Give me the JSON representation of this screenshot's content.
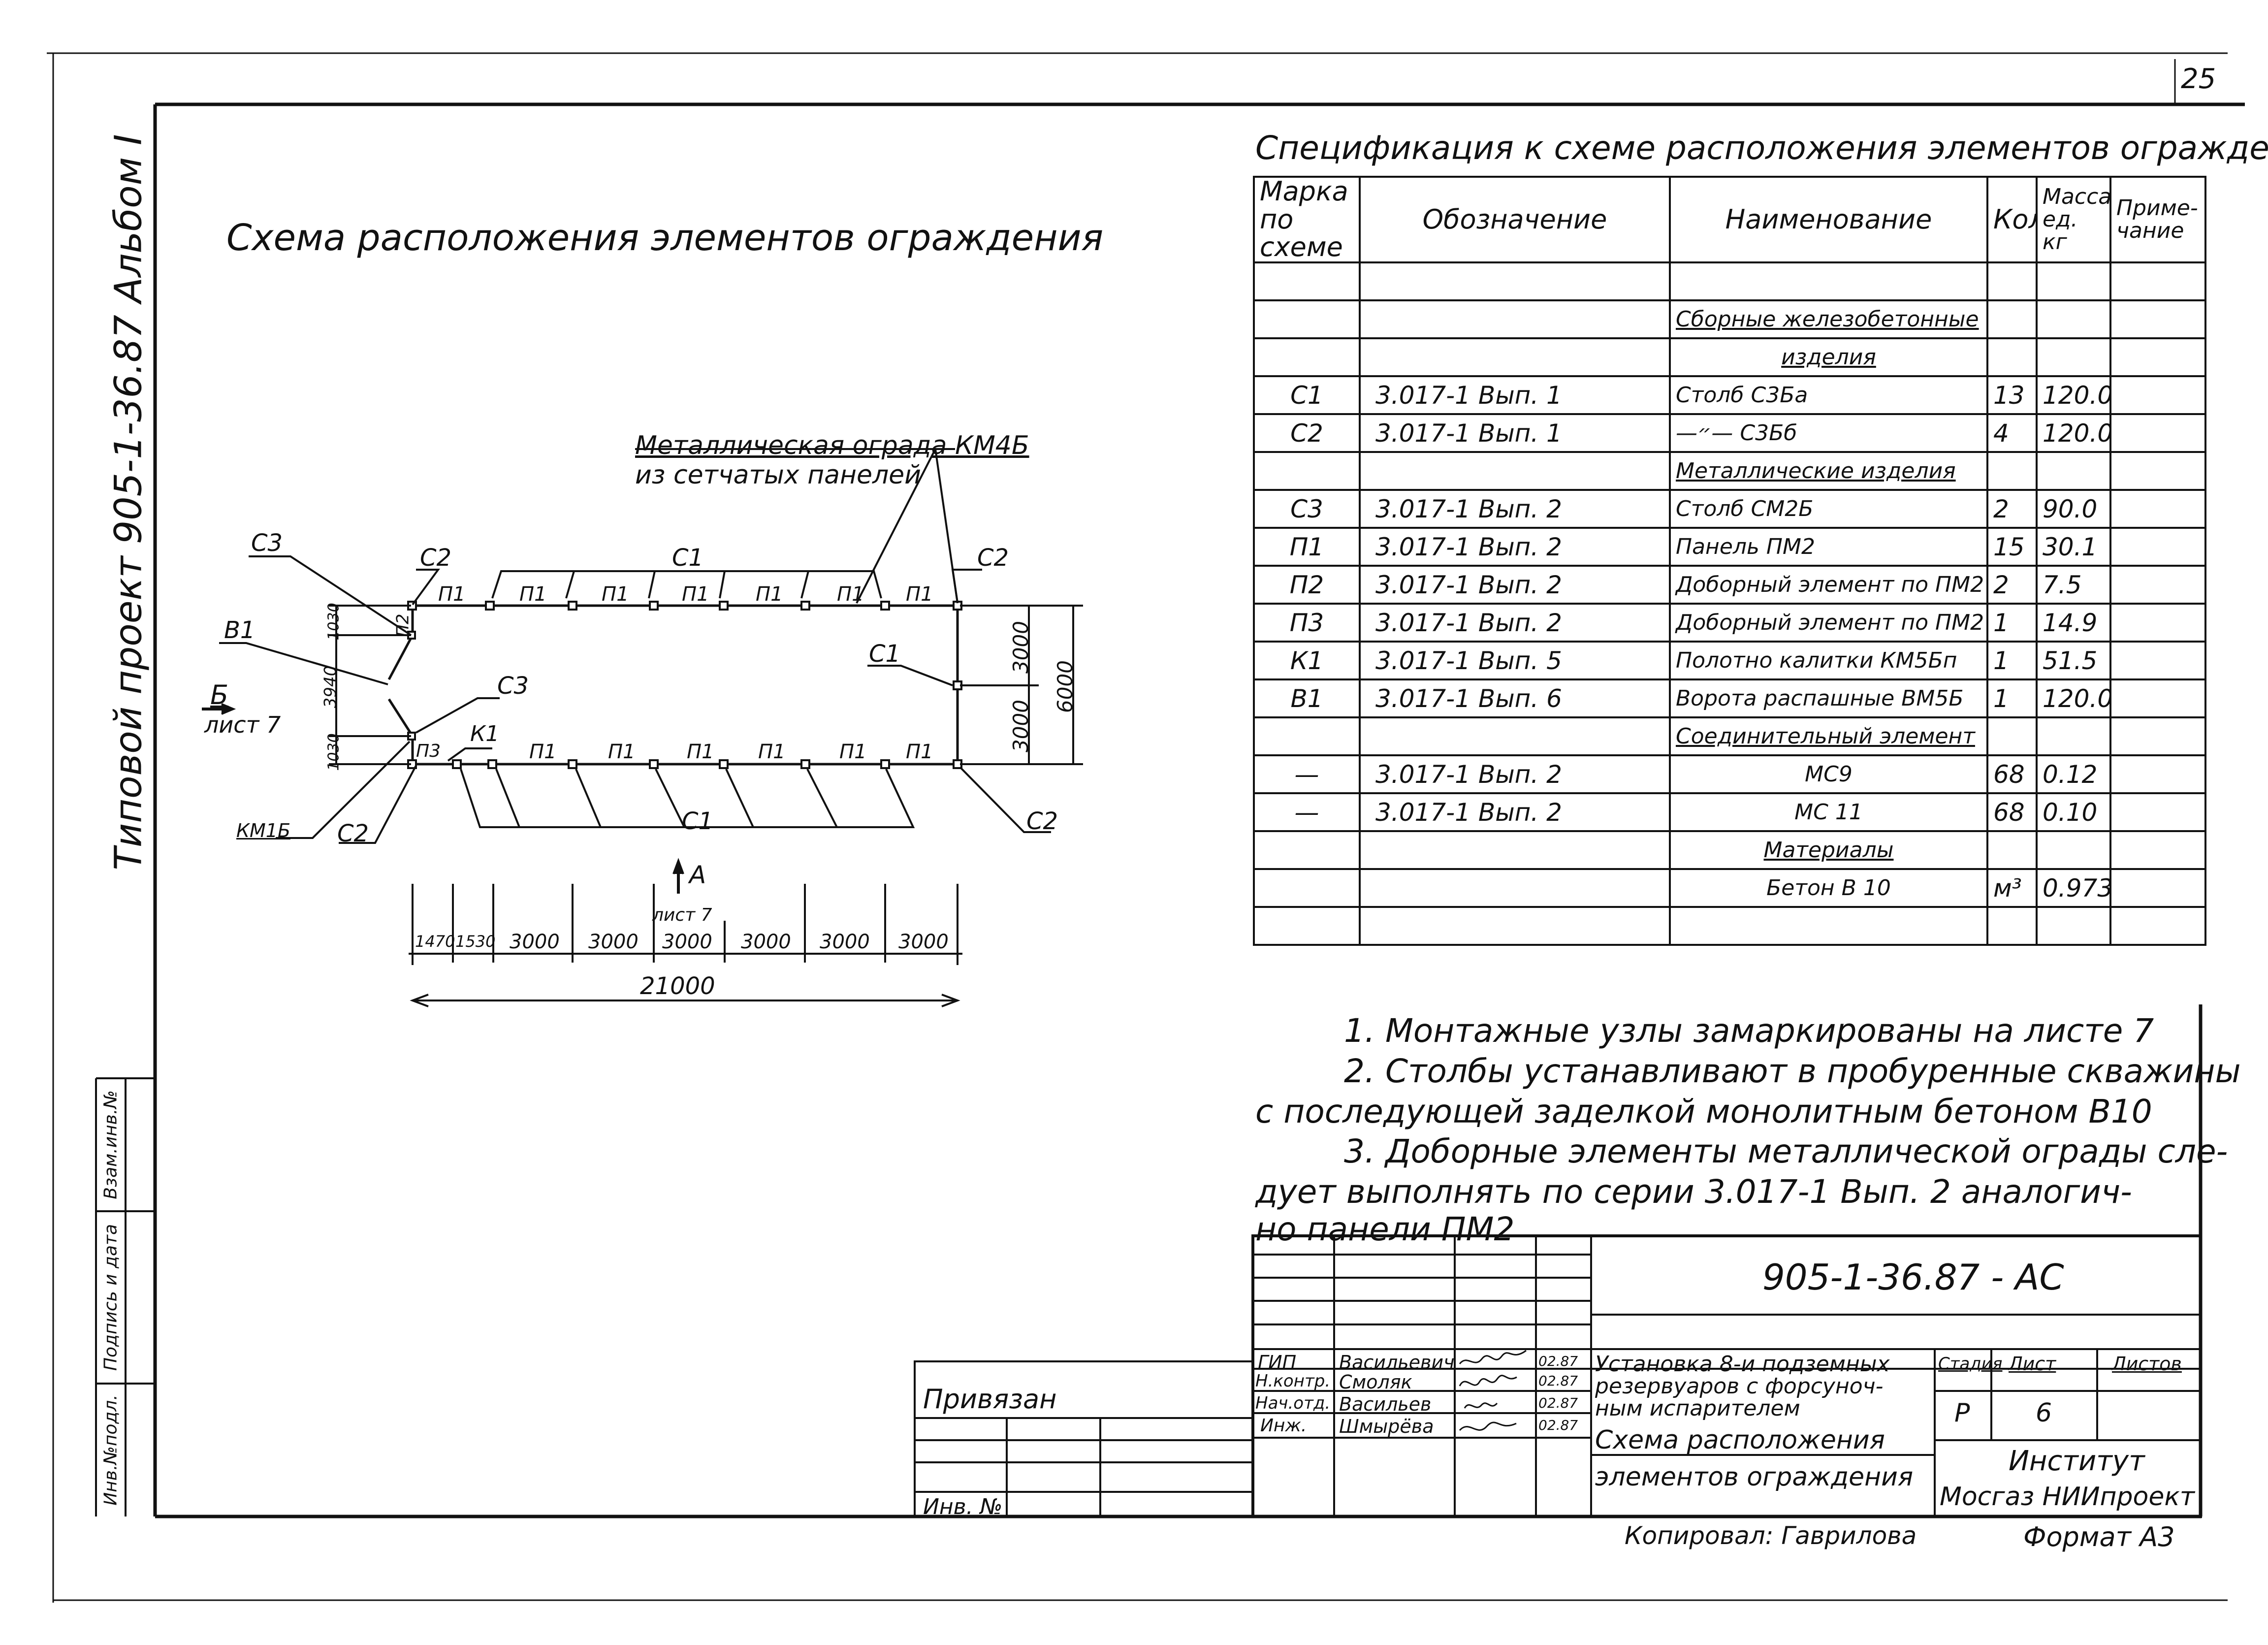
{
  "page_number": "25",
  "side_title": "Типовой проект 905-1-36.87 Альбом I",
  "side_stamp": [
    "Инв.№подл.",
    "Подпись и дата",
    "Взам.инв.№"
  ],
  "scheme": {
    "title": "Схема расположения элементов ограждения",
    "fence_note_line1": "Металлическая ограда КМ4Б",
    "fence_note_line2": "из сетчатых панелей",
    "labels": {
      "c1_top": "С1",
      "c1_bottom": "С1",
      "c1_right": "С1",
      "c2_tl": "С2",
      "c2_tr": "С2",
      "c2_bl": "С2",
      "c2_br": "С2",
      "c3_top": "С3",
      "c3_mid": "С3",
      "b1": "В1",
      "k1": "К1",
      "km": "КМ1Б",
      "p1": "П1",
      "p2": "П2",
      "p3": "П3",
      "view_b": "Б",
      "view_b_sheet": "лист 7",
      "view_a": "А",
      "view_a_sheet": "лист 7"
    },
    "dims": {
      "left_top": "1030",
      "left_mid": "3940",
      "left_bot": "1030",
      "right_top": "3000",
      "right_bot": "3000",
      "right_total": "6000",
      "bottom": [
        "1470",
        "1530",
        "3000",
        "3000",
        "3000",
        "3000",
        "3000",
        "3000"
      ],
      "total": "21000"
    }
  },
  "spec": {
    "title": "Спецификация к схеме расположения элементов ограждения",
    "headers": [
      "Марка по схеме",
      "Обозначение",
      "Наименование",
      "Кол.",
      "Масса ед. кг",
      "Приме-чание"
    ],
    "rows": [
      {
        "mark": "",
        "designation": "",
        "name": "",
        "qty": "",
        "mass": "",
        "note": ""
      },
      {
        "mark": "",
        "designation": "",
        "name": "Сборные железобетонные",
        "qty": "",
        "mass": "",
        "note": "",
        "underline": true
      },
      {
        "mark": "",
        "designation": "",
        "name": "изделия",
        "qty": "",
        "mass": "",
        "note": "",
        "underline": true,
        "center": true
      },
      {
        "mark": "С1",
        "designation": "3.017-1 Вып. 1",
        "name": "Столб С3Ба",
        "qty": "13",
        "mass": "120.0",
        "note": ""
      },
      {
        "mark": "С2",
        "designation": "3.017-1 Вып. 1",
        "name": "—״— С3Бб",
        "qty": "4",
        "mass": "120.0",
        "note": ""
      },
      {
        "mark": "",
        "designation": "",
        "name": "Металлические изделия",
        "qty": "",
        "mass": "",
        "note": "",
        "underline": true
      },
      {
        "mark": "С3",
        "designation": "3.017-1 Вып. 2",
        "name": "Столб СМ2Б",
        "qty": "2",
        "mass": "90.0",
        "note": ""
      },
      {
        "mark": "П1",
        "designation": "3.017-1 Вып. 2",
        "name": "Панель ПМ2",
        "qty": "15",
        "mass": "30.1",
        "note": ""
      },
      {
        "mark": "П2",
        "designation": "3.017-1 Вып. 2",
        "name": "Доборный элемент по ПМ2",
        "qty": "2",
        "mass": "7.5",
        "note": ""
      },
      {
        "mark": "П3",
        "designation": "3.017-1 Вып. 2",
        "name": "Доборный элемент по ПМ2",
        "qty": "1",
        "mass": "14.9",
        "note": ""
      },
      {
        "mark": "К1",
        "designation": "3.017-1 Вып. 5",
        "name": "Полотно калитки КМ5Бп",
        "qty": "1",
        "mass": "51.5",
        "note": ""
      },
      {
        "mark": "В1",
        "designation": "3.017-1 Вып. 6",
        "name": "Ворота распашные ВМ5Б",
        "qty": "1",
        "mass": "120.0",
        "note": ""
      },
      {
        "mark": "",
        "designation": "",
        "name": "Соединительный элемент",
        "qty": "",
        "mass": "",
        "note": "",
        "underline": true
      },
      {
        "mark": "—",
        "designation": "3.017-1 Вып. 2",
        "name": "МС9",
        "qty": "68",
        "mass": "0.12",
        "note": "",
        "center": true
      },
      {
        "mark": "—",
        "designation": "3.017-1 Вып. 2",
        "name": "МС 11",
        "qty": "68",
        "mass": "0.10",
        "note": "",
        "center": true
      },
      {
        "mark": "",
        "designation": "",
        "name": "Материалы",
        "qty": "",
        "mass": "",
        "note": "",
        "underline": true,
        "center": true
      },
      {
        "mark": "",
        "designation": "",
        "name": "Бетон В 10",
        "qty": "м³",
        "mass": "0.973",
        "note": "",
        "center": true
      },
      {
        "mark": "",
        "designation": "",
        "name": "",
        "qty": "",
        "mass": "",
        "note": ""
      }
    ]
  },
  "notes": [
    "1. Монтажные узлы замаркированы на листе 7",
    "2. Столбы устанавливают в пробуренные скважины",
    "с последующей заделкой монолитным бетоном В10",
    "3. Доборные элементы металлической ограды сле-",
    "дует выполнять по серии 3.017-1 Вып. 2 аналогич-",
    "но панели ПМ2"
  ],
  "title_block": {
    "code": "905-1-36.87 - АС",
    "privyazan": "Привязан",
    "inv_no": "Инв. №",
    "staff": [
      {
        "role": "ГИП",
        "name": "Васильевич",
        "date": "02.87"
      },
      {
        "role": "Н.контр.",
        "name": "Смоляк",
        "date": "02.87"
      },
      {
        "role": "Нач.отд.",
        "name": "Васильев",
        "date": "02.87"
      },
      {
        "role": "Инж.",
        "name": "Шмырёва",
        "date": "02.87"
      }
    ],
    "object_title": [
      "Установка 8-и подземных",
      "резервуаров с форсуноч-",
      "ным испарителем"
    ],
    "sheet_title": [
      "Схема расположения",
      "элементов ограждения"
    ],
    "stage_label": "Стадия",
    "sheet_label": "Лист",
    "sheets_label": "Листов",
    "stage": "Р",
    "sheet": "6",
    "sheets": "",
    "org": [
      "Институт",
      "Мосгаз НИИпроект"
    ]
  },
  "footer": {
    "copied": "Копировал: Гаврилова",
    "format": "Формат А3"
  }
}
